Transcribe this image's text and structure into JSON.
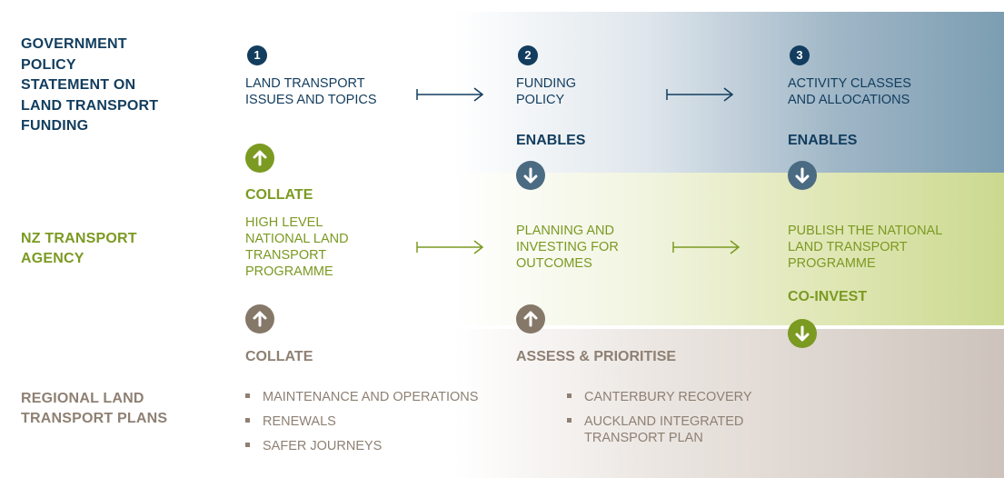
{
  "rows": {
    "gov": "GOVERNMENT POLICY STATEMENT ON LAND TRANSPORT FUNDING",
    "gov_lines": [
      "GOVERNMENT",
      "POLICY",
      "STATEMENT ON",
      "LAND TRANSPORT",
      "FUNDING"
    ],
    "nzta_lines": [
      "NZ TRANSPORT",
      "AGENCY"
    ],
    "reg_lines": [
      "REGIONAL LAND",
      "TRANSPORT PLANS"
    ]
  },
  "steps": [
    {
      "number": "1",
      "lines": [
        "LAND TRANSPORT",
        "ISSUES AND TOPICS"
      ]
    },
    {
      "number": "2",
      "lines": [
        "FUNDING",
        "POLICY"
      ]
    },
    {
      "number": "3",
      "lines": [
        "ACTIVITY CLASSES",
        "AND ALLOCATIONS"
      ]
    }
  ],
  "nzta_nodes": [
    {
      "lines": [
        "HIGH LEVEL",
        "NATIONAL LAND",
        "TRANSPORT",
        "PROGRAMME"
      ]
    },
    {
      "lines": [
        "PLANNING AND",
        "INVESTING FOR",
        "OUTCOMES"
      ]
    },
    {
      "lines": [
        "PUBLISH THE NATIONAL",
        "LAND TRANSPORT",
        "PROGRAMME"
      ]
    }
  ],
  "actions": {
    "collate_nzta": "COLLATE",
    "enables_1": "ENABLES",
    "enables_2": "ENABLES",
    "co_invest": "CO-INVEST",
    "collate_reg": "COLLATE",
    "assess": "ASSESS & PRIORITISE"
  },
  "regional_items_left": [
    "MAINTENANCE AND OPERATIONS",
    "RENEWALS",
    "SAFER JOURNEYS"
  ],
  "regional_items_right": [
    {
      "lines": [
        "CANTERBURY RECOVERY"
      ]
    },
    {
      "lines": [
        "AUCKLAND INTEGRATED",
        "TRANSPORT PLAN"
      ]
    }
  ],
  "colors": {
    "navy": "#123d5e",
    "green": "#7b9a22",
    "taupe": "#8e8073",
    "slate_circle": "#4a6b82"
  },
  "icons": {
    "step_marker": "numbered-circle-icon",
    "up": "arrow-up-circle-icon",
    "down": "arrow-down-circle-icon",
    "flow": "arrow-right-icon"
  }
}
